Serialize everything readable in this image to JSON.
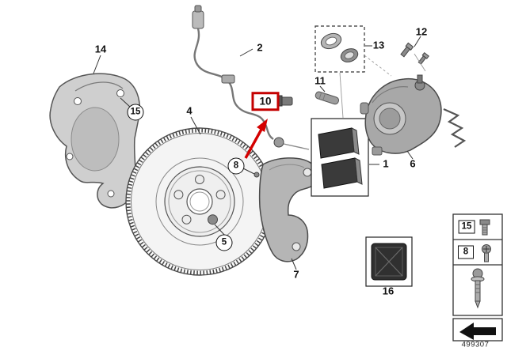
{
  "diagram": {
    "doc_number": "499307",
    "highlighted_part": "10",
    "highlight_color": "#c40000"
  },
  "labels": {
    "splash_shield": "14",
    "shield_bolt": "15",
    "sensor_wire": "2",
    "brake_disc": "4",
    "disc_screw": "8",
    "wheel_bolt": "5",
    "guide_bushing": "10",
    "guide_pin": "11",
    "repair_kit": "13",
    "bleeder_screws": "12",
    "caliper": "6",
    "brake_pads": "1",
    "carrier": "7",
    "grease_pack": "16"
  },
  "legend": {
    "items": [
      {
        "number": "15",
        "icon": "hex-flange-bolt-icon"
      },
      {
        "number": "8",
        "icon": "pan-head-screw-icon"
      },
      {
        "number": "",
        "icon": "countersunk-screw-icon"
      }
    ],
    "arrow_icon": "direction-arrow-icon"
  }
}
